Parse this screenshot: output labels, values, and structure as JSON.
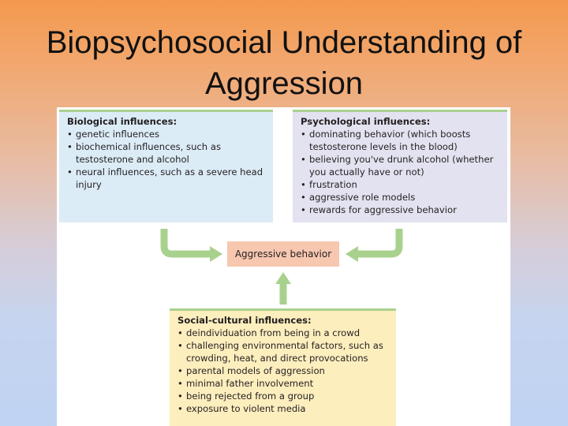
{
  "slide": {
    "title": "Biopsychosocial Understanding of Aggression"
  },
  "colors": {
    "biological_box": "#dcecf7",
    "psychological_box": "#e3e2f0",
    "social_box": "#fdeebe",
    "center_box": "#f7c7b0",
    "arrows": "#a9d18e"
  },
  "diagram": {
    "biological": {
      "heading": "Biological influences:",
      "items": [
        "genetic influences",
        "biochemical influences, such as testosterone and alcohol",
        "neural influences, such as a severe head injury"
      ]
    },
    "psychological": {
      "heading": "Psychological influences:",
      "items": [
        "dominating behavior (which boosts testosterone levels in the blood)",
        "believing you've drunk alcohol (whether you actually have or not)",
        "frustration",
        "aggressive role models",
        "rewards for aggressive behavior"
      ]
    },
    "center": {
      "label": "Aggressive behavior"
    },
    "social": {
      "heading": "Social-cultural influences:",
      "items": [
        "deindividuation from being in a crowd",
        "challenging environmental factors, such as crowding, heat, and direct provocations",
        "parental models of aggression",
        "minimal father involvement",
        "being rejected from a group",
        "exposure to violent media"
      ]
    }
  }
}
